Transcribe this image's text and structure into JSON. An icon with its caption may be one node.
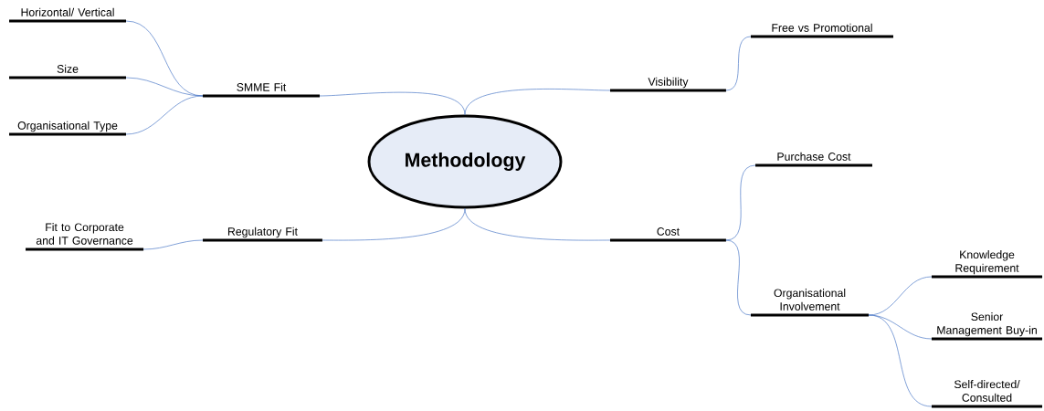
{
  "diagram": {
    "nodes": [
      {
        "text": [
          "Methodology"
        ]
      },
      {
        "text": [
          "SMME Fit"
        ]
      },
      {
        "text": [
          "Horizontal/ Vertical"
        ]
      },
      {
        "text": [
          "Size"
        ]
      },
      {
        "text": [
          "Organisational Type"
        ]
      },
      {
        "text": [
          "Visibility"
        ]
      },
      {
        "text": [
          "Free vs Promotional"
        ]
      },
      {
        "text": [
          "Regulatory Fit"
        ]
      },
      {
        "text": [
          "Fit to Corporate and IT Governance"
        ]
      },
      {
        "text": [
          "Cost"
        ]
      },
      {
        "text": [
          "Purchase Cost"
        ]
      },
      {
        "text": [
          "Organisational Involvement"
        ]
      },
      {
        "text": [
          "Knowledge Requirement"
        ]
      },
      {
        "text": [
          "Senior Management Buy-in"
        ]
      },
      {
        "text": [
          "Self-directed/ Consulted"
        ]
      }
    ],
    "edges": [
      {
        "from": 0,
        "to": 1,
        "arrow": "none"
      },
      {
        "from": 1,
        "to": 2,
        "arrow": "none"
      },
      {
        "from": 1,
        "to": 3,
        "arrow": "none"
      },
      {
        "from": 1,
        "to": 4,
        "arrow": "none"
      },
      {
        "from": 0,
        "to": 5,
        "arrow": "none"
      },
      {
        "from": 5,
        "to": 6,
        "arrow": "none"
      },
      {
        "from": 0,
        "to": 7,
        "arrow": "none"
      },
      {
        "from": 7,
        "to": 8,
        "arrow": "none"
      },
      {
        "from": 0,
        "to": 9,
        "arrow": "none"
      },
      {
        "from": 9,
        "to": 10,
        "arrow": "none"
      },
      {
        "from": 9,
        "to": 11,
        "arrow": "none"
      },
      {
        "from": 11,
        "to": 12,
        "arrow": "none"
      },
      {
        "from": 11,
        "to": 13,
        "arrow": "none"
      },
      {
        "from": 11,
        "to": 14,
        "arrow": "none"
      }
    ]
  }
}
